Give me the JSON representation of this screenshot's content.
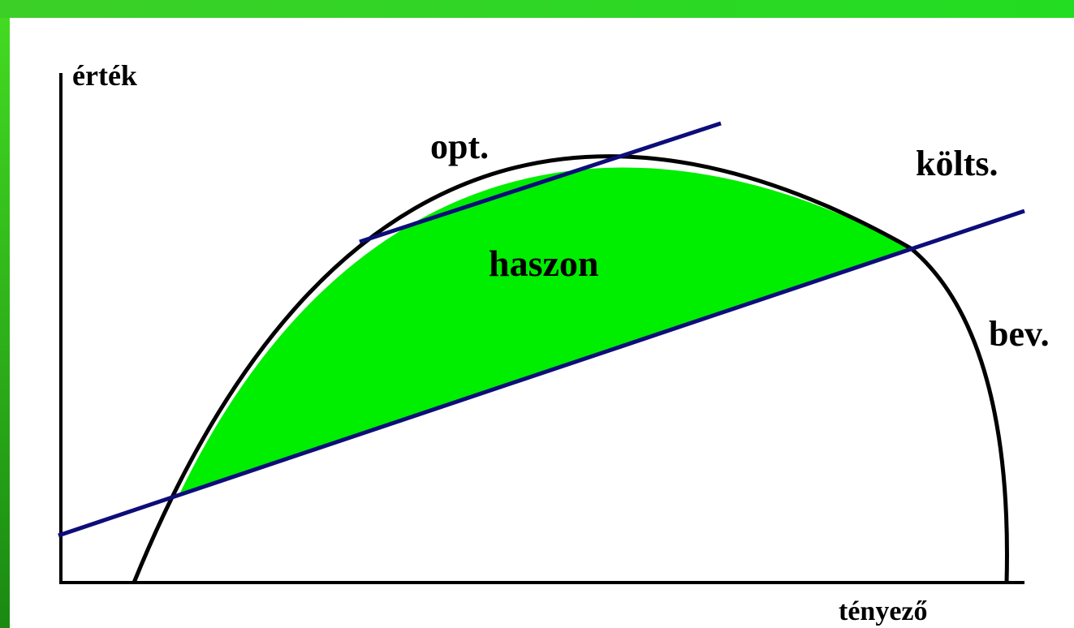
{
  "labels": {
    "y_axis": "érték",
    "x_axis": "tényező",
    "opt": "opt.",
    "costs": "költs.",
    "profit": "haszon",
    "revenue": "bev."
  },
  "colors": {
    "frame_green": "#22cc22",
    "profit_fill": "#00ee00",
    "line_blue": "#0d0d7a",
    "curve_black": "#000000",
    "panel_white": "#ffffff"
  }
}
